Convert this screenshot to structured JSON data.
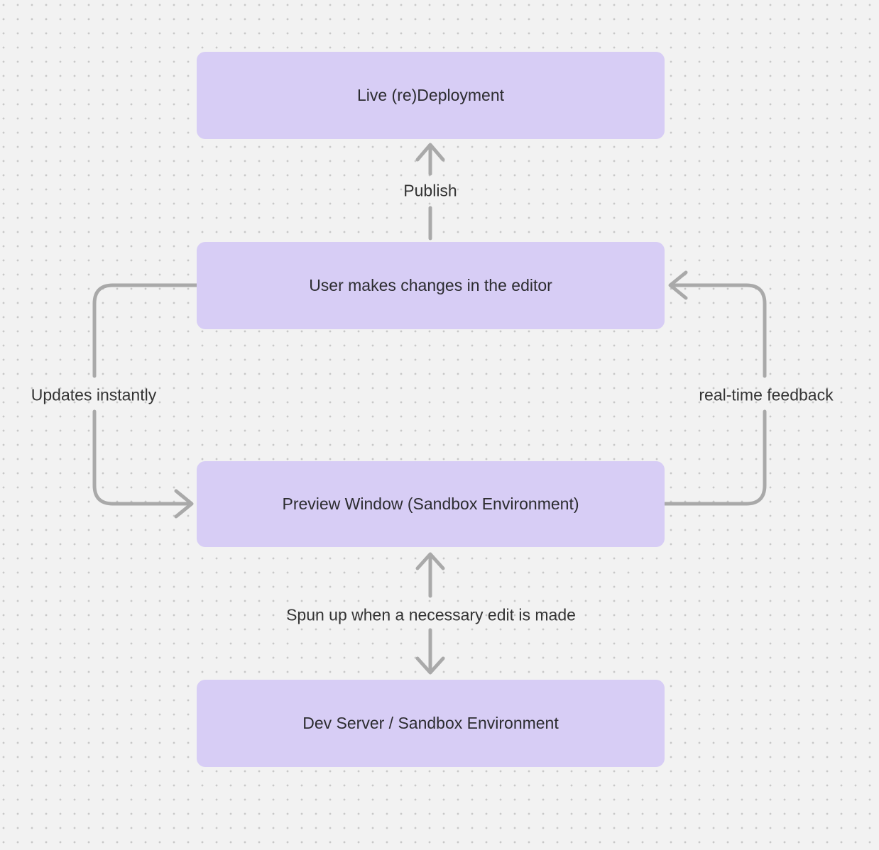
{
  "diagram": {
    "background_color": "#f2f2f2",
    "dot_grid_color": "#c8c8c8",
    "node_fill_color": "#d7cdf5",
    "node_text_color": "#2c2c30",
    "arrow_color": "#a9a9a9",
    "edge_label_color": "#333333",
    "nodes": [
      {
        "id": "live-deployment",
        "label": "Live (re)Deployment"
      },
      {
        "id": "editor",
        "label": "User makes changes in the editor"
      },
      {
        "id": "preview",
        "label": "Preview Window (Sandbox Environment)"
      },
      {
        "id": "dev-server",
        "label": "Dev Server / Sandbox Environment"
      }
    ],
    "edges": [
      {
        "id": "publish",
        "label": "Publish",
        "from": "editor",
        "to": "live-deployment",
        "direction": "up"
      },
      {
        "id": "updates-instantly",
        "label": "Updates instantly",
        "from": "editor",
        "to": "preview",
        "direction": "left-loop"
      },
      {
        "id": "real-time-feedback",
        "label": "real-time feedback",
        "from": "preview",
        "to": "editor",
        "direction": "right-loop"
      },
      {
        "id": "spun-up",
        "label": "Spun up when a necessary edit is made",
        "from": "preview",
        "to": "dev-server",
        "direction": "both"
      }
    ]
  }
}
